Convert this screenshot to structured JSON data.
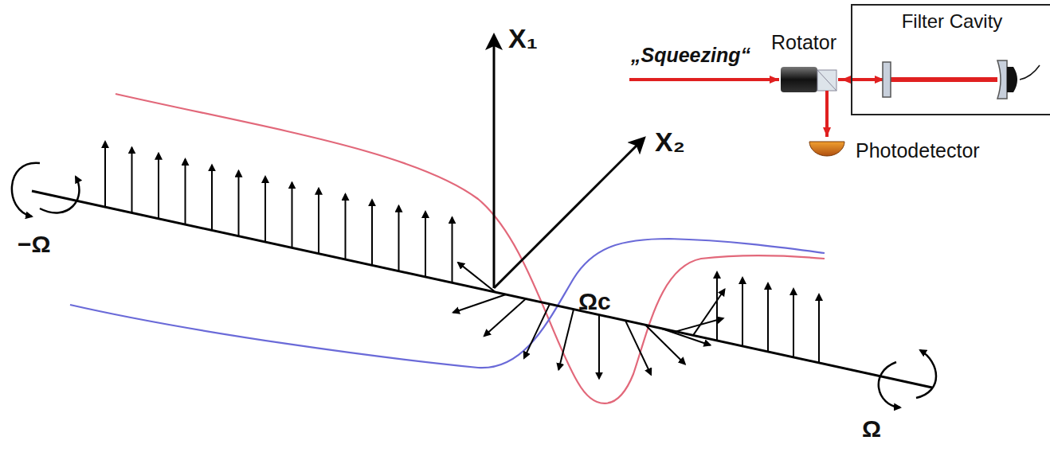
{
  "diagram": {
    "nodes": [
      {
        "text": [
          "Filter Cavity"
        ]
      }
    ],
    "labels": [
      "X₁",
      "X₂",
      "„Squeezing“",
      "Rotator",
      "Photodetector",
      "−Ω",
      "Ωc",
      "Ω"
    ]
  }
}
